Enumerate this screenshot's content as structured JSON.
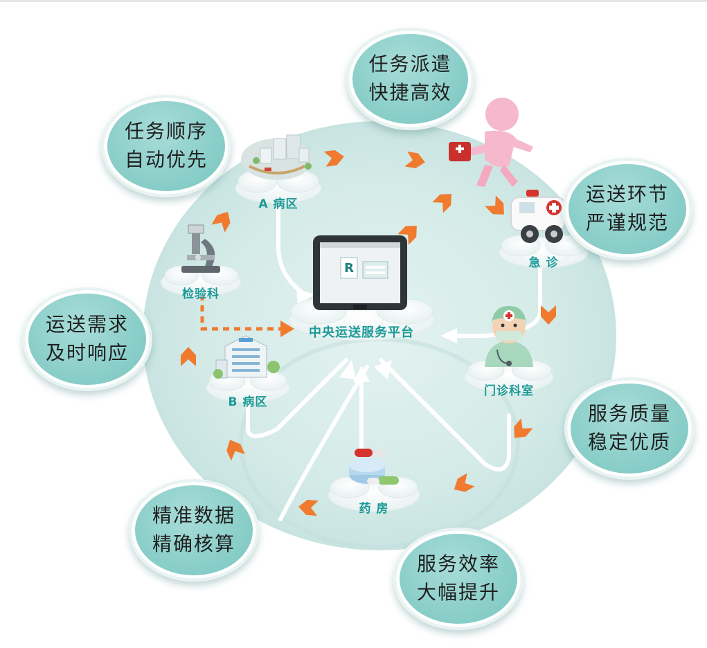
{
  "diagram": {
    "center": {
      "label": "中央运送服务平台"
    },
    "nodes": {
      "ward_a": "A 病区",
      "emergency": "急 诊",
      "outpatient": "门诊科室",
      "pharmacy": "药 房",
      "ward_b": "B 病区",
      "lab": "检验科"
    },
    "benefits": [
      {
        "line1": "任务派遣",
        "line2": "快捷高效"
      },
      {
        "line1": "任务顺序",
        "line2": "自动优先"
      },
      {
        "line1": "运送环节",
        "line2": "严谨规范"
      },
      {
        "line1": "运送需求",
        "line2": "及时响应"
      },
      {
        "line1": "服务质量",
        "line2": "稳定优质"
      },
      {
        "line1": "精准数据",
        "line2": "精确核算"
      },
      {
        "line1": "服务效率",
        "line2": "大幅提升"
      }
    ],
    "colors": {
      "accent_teal": "#1a9a96",
      "bubble_teal": "#8ccfca",
      "arrow_orange": "#f07a2e",
      "circle_bg": "#d6ebe9"
    },
    "icons": [
      "buildings-icon",
      "ambulance-icon",
      "doctor-icon",
      "pills-icon",
      "hospital-icon",
      "microscope-icon",
      "tablet-icon",
      "courier-figure-icon"
    ]
  }
}
